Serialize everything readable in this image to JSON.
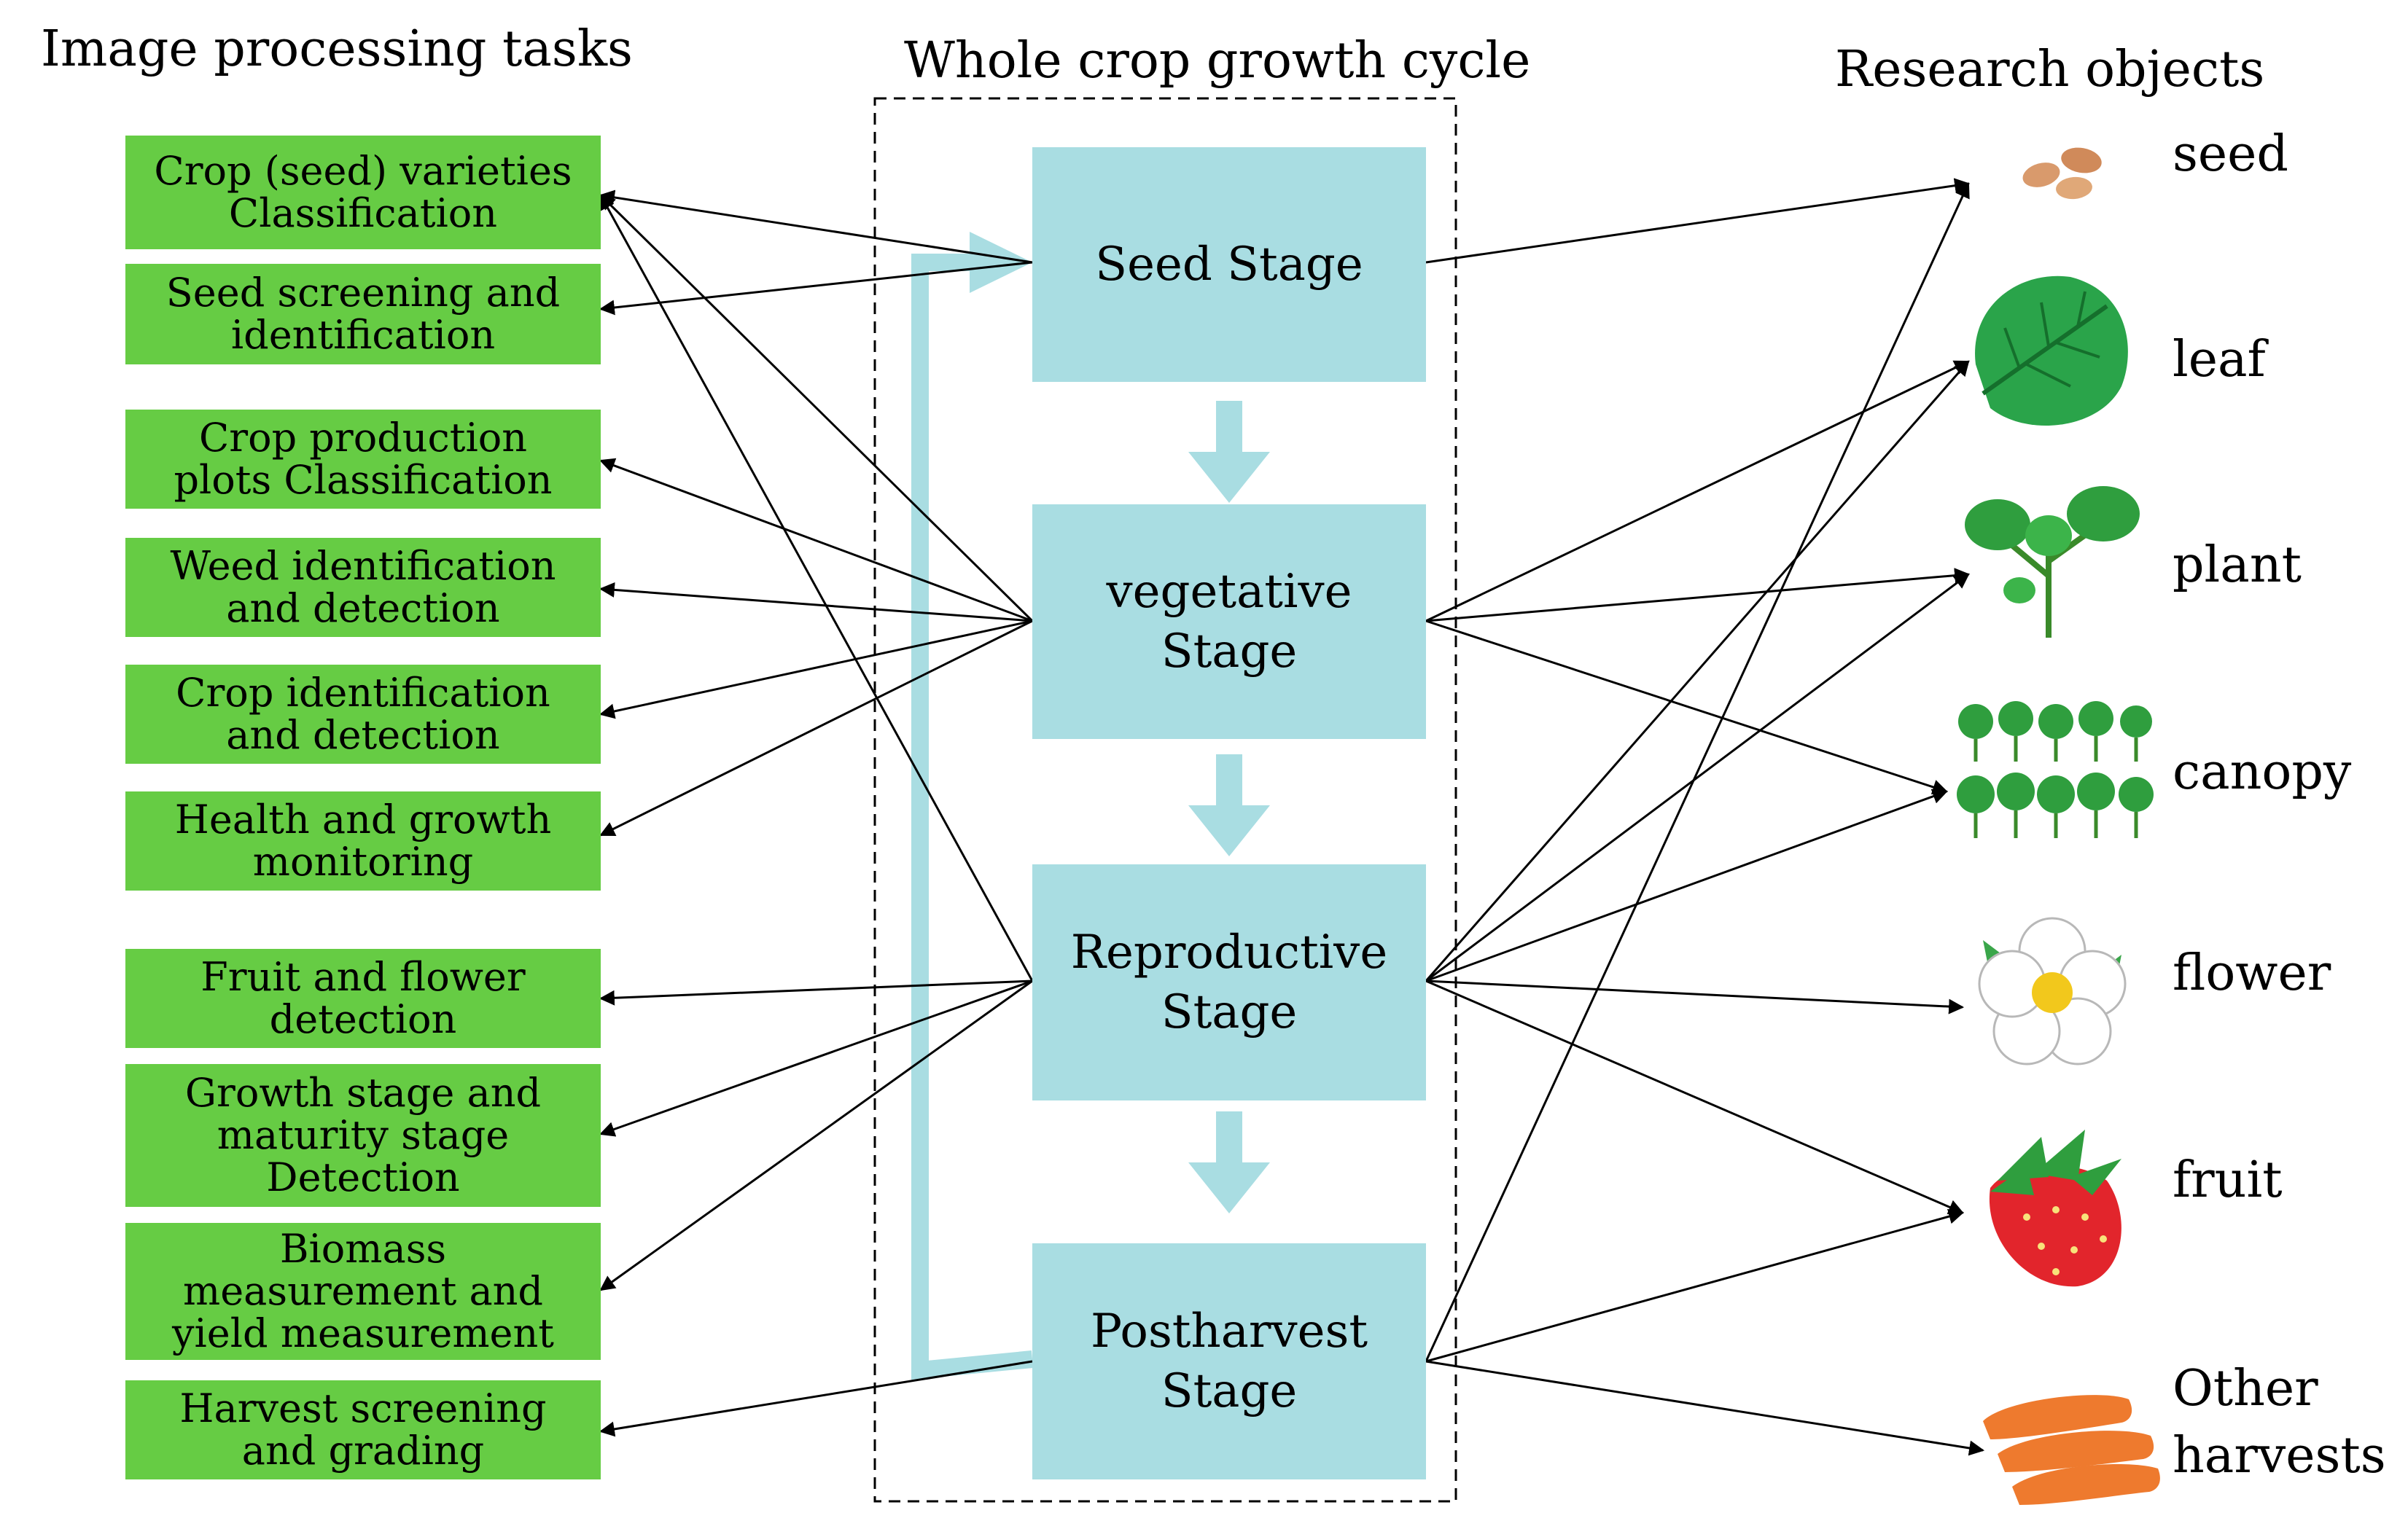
{
  "headers": {
    "tasks": "Image processing tasks",
    "cycle": "Whole crop growth cycle",
    "objects": "Research objects"
  },
  "tasks": [
    "Crop (seed) varieties\nClassification",
    "Seed screening and\nidentification",
    "Crop production\nplots Classification",
    "Weed identification\nand detection",
    "Crop identification\nand detection",
    "Health and growth\nmonitoring",
    "Fruit and flower\ndetection",
    "Growth stage and\nmaturity stage\nDetection",
    "Biomass\nmeasurement and\nyield measurement",
    "Harvest screening\nand grading"
  ],
  "stages": [
    "Seed Stage",
    "vegetative\nStage",
    "Reproductive\nStage",
    "Postharvest\nStage"
  ],
  "objects": [
    {
      "label": "seed",
      "icon": "seed-icon"
    },
    {
      "label": "leaf",
      "icon": "leaf-icon"
    },
    {
      "label": "plant",
      "icon": "plant-icon"
    },
    {
      "label": "canopy",
      "icon": "canopy-icon"
    },
    {
      "label": "flower",
      "icon": "flower-icon"
    },
    {
      "label": "fruit",
      "icon": "strawberry-icon"
    },
    {
      "label": "Other\nharvests",
      "icon": "carrot-icon"
    }
  ],
  "colors": {
    "task_fill": "#66cc44",
    "stage_fill": "#a9dde2",
    "arrow": "#000000"
  },
  "links": {
    "stage_to_task": [
      [
        0,
        0
      ],
      [
        0,
        1
      ],
      [
        1,
        0
      ],
      [
        1,
        2
      ],
      [
        1,
        3
      ],
      [
        1,
        4
      ],
      [
        1,
        5
      ],
      [
        2,
        0
      ],
      [
        2,
        6
      ],
      [
        2,
        7
      ],
      [
        2,
        8
      ],
      [
        3,
        9
      ]
    ],
    "stage_to_object": [
      [
        0,
        0
      ],
      [
        1,
        1
      ],
      [
        1,
        2
      ],
      [
        1,
        3
      ],
      [
        2,
        1
      ],
      [
        2,
        2
      ],
      [
        2,
        3
      ],
      [
        2,
        4
      ],
      [
        2,
        5
      ],
      [
        3,
        0
      ],
      [
        3,
        5
      ],
      [
        3,
        6
      ]
    ]
  }
}
